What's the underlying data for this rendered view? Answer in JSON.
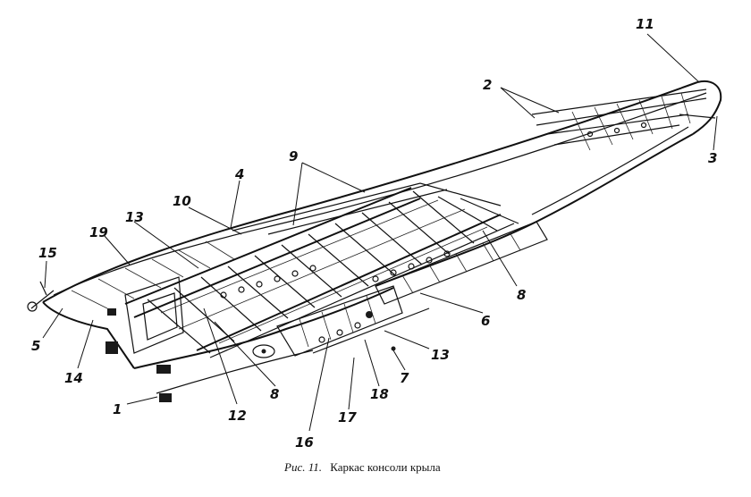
{
  "figure": {
    "caption_prefix": "Рис. 11.",
    "caption_text": "Каркас  консоли крыла"
  },
  "callouts": {
    "c1": "1",
    "c2": "2",
    "c3": "3",
    "c4": "4",
    "c5": "5",
    "c6": "6",
    "c7": "7",
    "c8a": "8",
    "c8b": "8",
    "c9": "9",
    "c10": "10",
    "c11": "11",
    "c12": "12",
    "c13a": "13",
    "c13b": "13",
    "c14": "14",
    "c15": "15",
    "c16": "16",
    "c17": "17",
    "c18": "18",
    "c19": "19"
  }
}
